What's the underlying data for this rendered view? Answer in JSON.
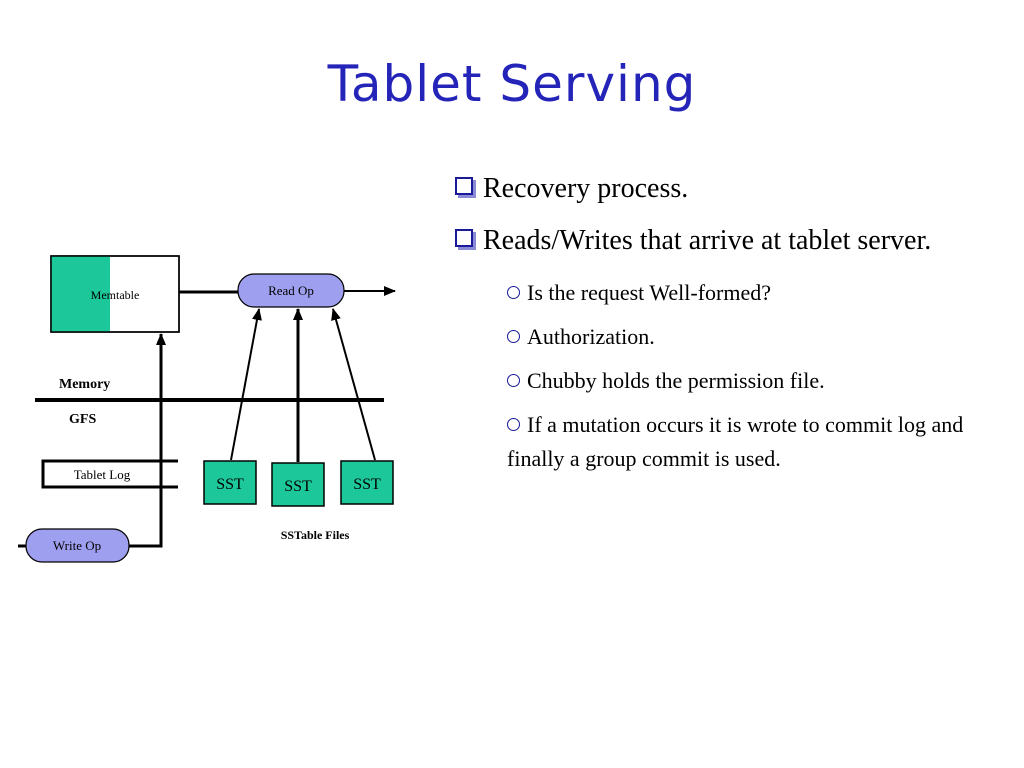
{
  "title": "Tablet Serving",
  "diagram": {
    "memtable": "Memtable",
    "read_op": "Read Op",
    "write_op": "Write Op",
    "memory": "Memory",
    "gfs": "GFS",
    "tablet_log": "Tablet Log",
    "sst": [
      "SST",
      "SST",
      "SST"
    ],
    "sstable_files": "SSTable Files",
    "colors": {
      "sst_fill": "#1cc79a",
      "op_fill": "#9f9ff0",
      "memtable_fill": "#1cc79a"
    }
  },
  "bullets": [
    {
      "text": "Recovery process.",
      "subs": []
    },
    {
      "text": "Reads/Writes that arrive at tablet server.",
      "subs": [
        "Is the request Well-formed?",
        "Authorization.",
        "Chubby holds the permission file.",
        "If a mutation occurs it is wrote to commit log and finally a group commit is used."
      ]
    }
  ]
}
